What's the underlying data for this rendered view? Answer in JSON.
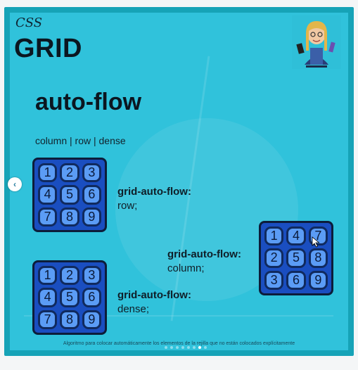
{
  "slide": {
    "css_label": "CSS",
    "grid_label": "GRID",
    "title": "auto-flow",
    "options": "column | row | dense",
    "caption": "Algoritmo para colocar automáticamente los elementos de la rejilla que no están colocados explícitamente"
  },
  "examples": [
    {
      "property": "grid-auto-flow:",
      "value": "row;",
      "cells": [
        "1",
        "2",
        "3",
        "4",
        "5",
        "6",
        "7",
        "8",
        "9"
      ]
    },
    {
      "property": "grid-auto-flow:",
      "value": "column;",
      "cells": [
        "1",
        "4",
        "7",
        "2",
        "5",
        "8",
        "3",
        "6",
        "9"
      ]
    },
    {
      "property": "grid-auto-flow:",
      "value": "dense;",
      "cells": [
        "1",
        "2",
        "3",
        "4",
        "5",
        "6",
        "7",
        "8",
        "9"
      ]
    }
  ],
  "carousel": {
    "current": 7,
    "total": 8,
    "prev_icon": "chevron-left-icon"
  },
  "colors": {
    "slide_bg": "#30c2db",
    "frame_border": "#16a3b7",
    "grid_fill": "#1a4ec0",
    "cell_fill": "#5b9cf5",
    "text_dark": "#0b1620"
  }
}
